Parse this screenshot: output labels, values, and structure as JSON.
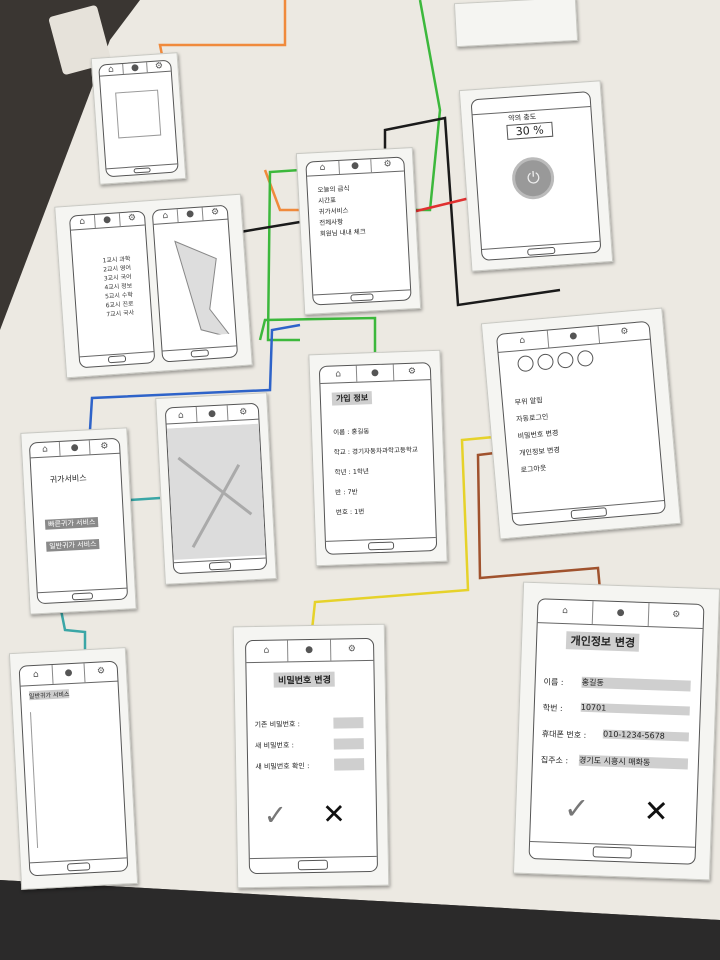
{
  "scene": {
    "description_free": true,
    "colors": {
      "board": "#ece9e2",
      "table": "#3a3632",
      "line_orange": "#f08a3c",
      "line_green": "#3cb83c",
      "line_black": "#1a1a1a",
      "line_red": "#e03030",
      "line_blue": "#2e63c9",
      "line_teal": "#3aa6a6",
      "line_yellow": "#e6d22a",
      "line_brown": "#a0522d"
    }
  },
  "menu_card": {
    "items": [
      "오늘의 급식",
      "시간표",
      "귀가서비스",
      "전체사항",
      "회원님 내내 체크"
    ]
  },
  "power_card": {
    "label": "약의 충도",
    "percent": "30 %"
  },
  "join_card": {
    "title": "가입 정보",
    "rows": [
      "이름 : 홍길동",
      "학교 : 경기자동차과학고등학교",
      "학년 : 1학년",
      "반 : 7반",
      "번호 : 1번"
    ]
  },
  "settings_card": {
    "rows": [
      "무위 알림",
      "자동로그인",
      "비밀번호 변경",
      "개인정보 변경",
      "로그아웃"
    ]
  },
  "return_card": {
    "title": "귀가서비스",
    "buttons": [
      "빠른귀가 서비스",
      "일반귀가 서비스"
    ]
  },
  "password_card": {
    "title": "비밀번호 변경",
    "fields": [
      "기존 비밀번호 :",
      "새 비밀번호 :",
      "새 비밀번호 확인 :"
    ],
    "confirm": "✓",
    "cancel": "✕"
  },
  "profile_card": {
    "title": "개인정보 변경",
    "fields": [
      {
        "label": "이름 :",
        "value": "홍길동"
      },
      {
        "label": "학번 :",
        "value": "10701"
      },
      {
        "label": "휴대폰 번호 :",
        "value": "010-1234-5678"
      },
      {
        "label": "집주소 :",
        "value": "경기도 시흥시 매화동"
      }
    ],
    "confirm": "✓",
    "cancel": "✕"
  },
  "route_card": {
    "title": "일반귀가 서비스"
  },
  "timetable_card": {
    "rows": [
      "1교시 과학",
      "2교시 영어",
      "3교시 국어",
      "4교시 정보",
      "5교시 수학",
      "6교시 진로",
      "7교시 국사"
    ]
  }
}
